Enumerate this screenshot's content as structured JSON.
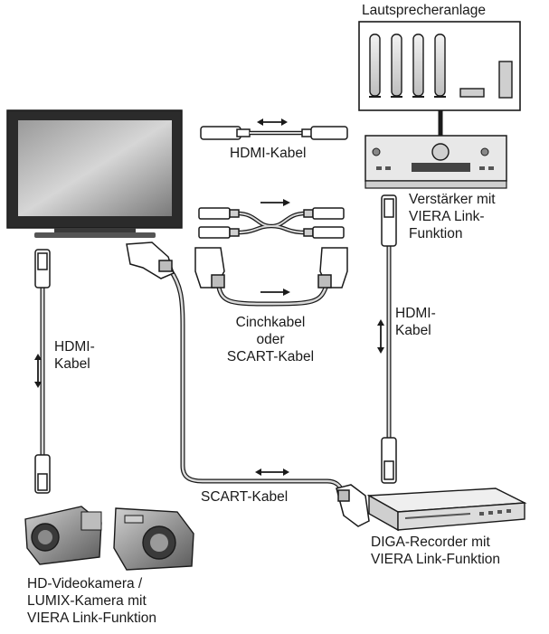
{
  "labels": {
    "speaker_system": "Lautsprecheranlage",
    "hdmi_cable_top": "HDMI-Kabel",
    "amplifier": [
      "Verstärker mit",
      "VIERA Link-",
      "Funktion"
    ],
    "hdmi_cable_left": [
      "HDMI-",
      "Kabel"
    ],
    "cinch_or_scart": [
      "Cinchkabel",
      "oder",
      "SCART-Kabel"
    ],
    "hdmi_cable_right": [
      "HDMI-",
      "Kabel"
    ],
    "scart_cable": "SCART-Kabel",
    "recorder": [
      "DIGA-Recorder mit",
      "VIERA Link-Funktion"
    ],
    "cameras": [
      "HD-Videokamera /",
      "LUMIX-Kamera mit",
      "VIERA Link-Funktion"
    ]
  },
  "colors": {
    "line": "#1a1a1a",
    "cable": "#d9d9d9",
    "screen_dark": "#2b2b2b",
    "device_light": "#e8e8e8"
  }
}
